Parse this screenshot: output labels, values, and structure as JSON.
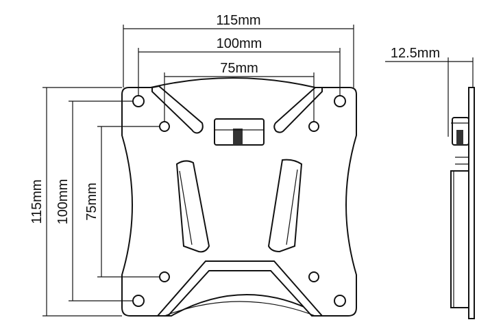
{
  "dimensions": {
    "width_outer": "115mm",
    "width_mid": "100mm",
    "width_inner": "75mm",
    "height_outer": "115mm",
    "height_mid": "100mm",
    "height_inner": "75mm",
    "depth": "12.5mm"
  },
  "colors": {
    "line": "#111111",
    "background": "#ffffff",
    "accent": "#333333"
  }
}
